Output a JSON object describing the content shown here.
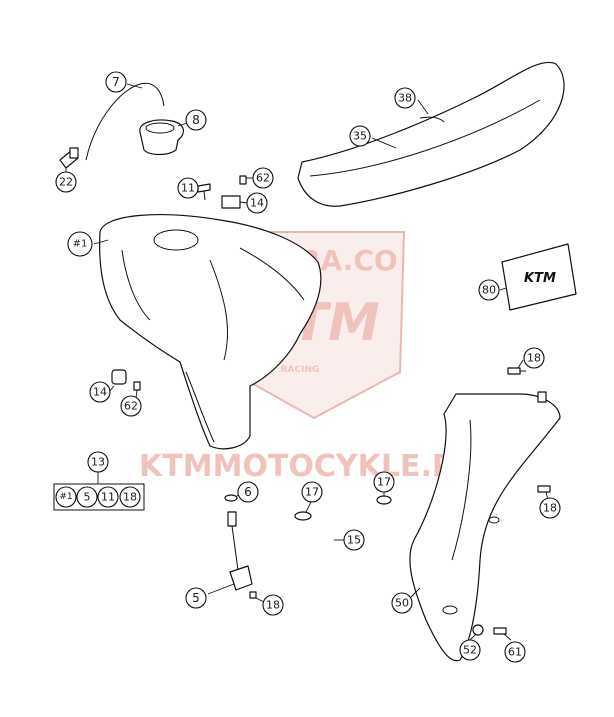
{
  "watermark": {
    "top_text": "DOLBA.CO",
    "brand_text": "KTM",
    "racing_text": "RACING",
    "footer_text": "KTMMOTOCYKLE.PL",
    "color": "#e9b5ab"
  },
  "callouts": [
    {
      "id": "7",
      "label": "7"
    },
    {
      "id": "8",
      "label": "8"
    },
    {
      "id": "22",
      "label": "22"
    },
    {
      "id": "38",
      "label": "38"
    },
    {
      "id": "35",
      "label": "35"
    },
    {
      "id": "11a",
      "label": "11"
    },
    {
      "id": "62a",
      "label": "62"
    },
    {
      "id": "14a",
      "label": "14"
    },
    {
      "id": "h1",
      "label": "#1"
    },
    {
      "id": "80",
      "label": "80"
    },
    {
      "id": "14b",
      "label": "14"
    },
    {
      "id": "62b",
      "label": "62"
    },
    {
      "id": "18a",
      "label": "18"
    },
    {
      "id": "13",
      "label": "13"
    },
    {
      "id": "k1",
      "label": "#1"
    },
    {
      "id": "k5",
      "label": "5"
    },
    {
      "id": "k11",
      "label": "11"
    },
    {
      "id": "k18",
      "label": "18"
    },
    {
      "id": "6",
      "label": "6"
    },
    {
      "id": "17a",
      "label": "17"
    },
    {
      "id": "17b",
      "label": "17"
    },
    {
      "id": "15",
      "label": "15"
    },
    {
      "id": "18b",
      "label": "18"
    },
    {
      "id": "5",
      "label": "5"
    },
    {
      "id": "18c",
      "label": "18"
    },
    {
      "id": "50",
      "label": "50"
    },
    {
      "id": "52",
      "label": "52"
    },
    {
      "id": "61",
      "label": "61"
    }
  ]
}
